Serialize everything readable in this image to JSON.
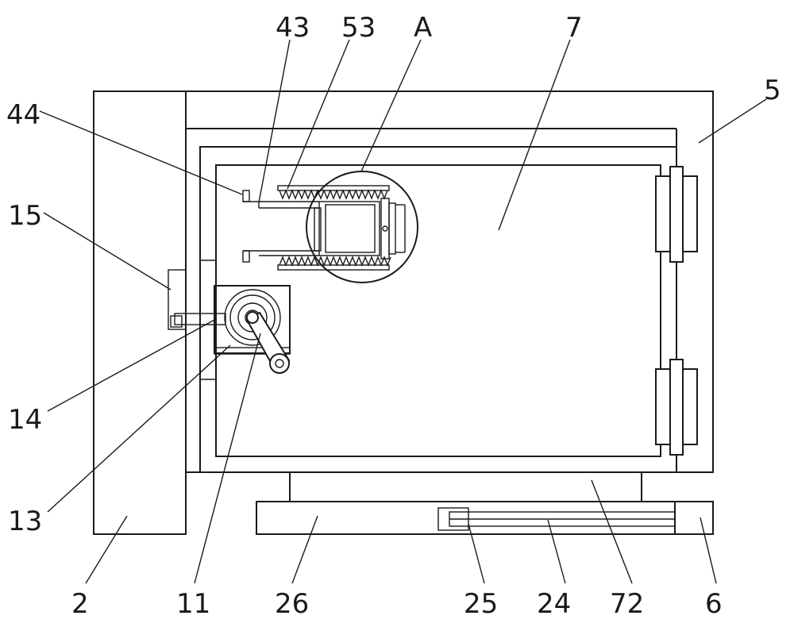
{
  "labels": {
    "l43": "43",
    "l53": "53",
    "lA": "A",
    "l7": "7",
    "l5": "5",
    "l44": "44",
    "l15": "15",
    "l14": "14",
    "l13": "13",
    "l2": "2",
    "l11": "11",
    "l26": "26",
    "l25": "25",
    "l24": "24",
    "l72": "72",
    "l6": "6"
  }
}
